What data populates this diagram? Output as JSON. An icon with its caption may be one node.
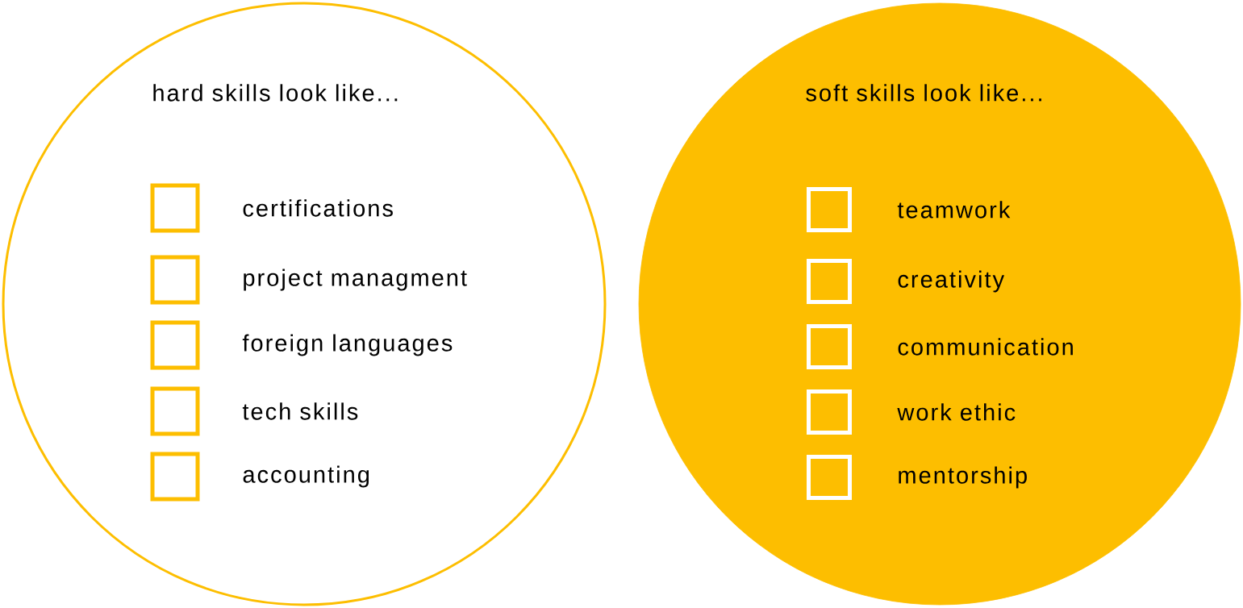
{
  "diagram": {
    "nodes": [
      {
        "text": [
          "hard skills look like..."
        ]
      },
      {
        "text": [
          "soft skills look like..."
        ]
      },
      {
        "text": [
          "certifications"
        ],
        "in": 0
      },
      {
        "text": [
          "project managment"
        ],
        "in": 0
      },
      {
        "text": [
          "foreign languages"
        ],
        "in": 0
      },
      {
        "text": [
          "tech skills"
        ],
        "in": 0
      },
      {
        "text": [
          "accounting"
        ],
        "in": 0
      },
      {
        "text": [
          "teamwork"
        ],
        "in": 1
      },
      {
        "text": [
          "creativity"
        ],
        "in": 1
      },
      {
        "text": [
          "communication"
        ],
        "in": 1
      },
      {
        "text": [
          "work ethic"
        ],
        "in": 1
      },
      {
        "text": [
          "mentorship"
        ],
        "in": 1
      }
    ]
  }
}
